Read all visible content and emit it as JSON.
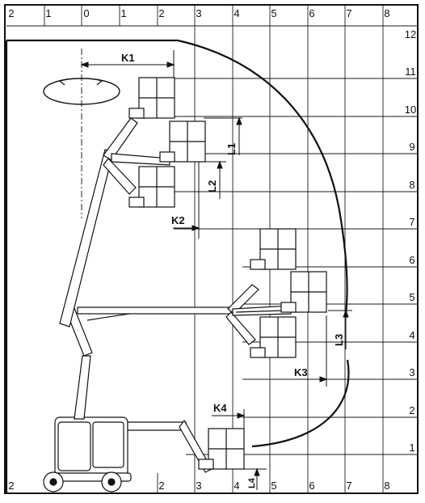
{
  "diagram": {
    "top_scale": [
      "2",
      "1",
      "0",
      "1",
      "2",
      "3",
      "4",
      "5",
      "6",
      "7",
      "8"
    ],
    "bottom_scale": [
      "2",
      "2",
      "3",
      "4",
      "5",
      "6",
      "7",
      "8"
    ],
    "right_scale": [
      "12",
      "11",
      "10",
      "9",
      "8",
      "7",
      "6",
      "5",
      "4",
      "3",
      "2",
      "1"
    ],
    "dimension_labels": {
      "k1": "K1",
      "k2": "K2",
      "k3": "K3",
      "k4": "K4",
      "l1": "L1",
      "l2": "L2",
      "l3": "L3",
      "l4": "L4"
    }
  }
}
